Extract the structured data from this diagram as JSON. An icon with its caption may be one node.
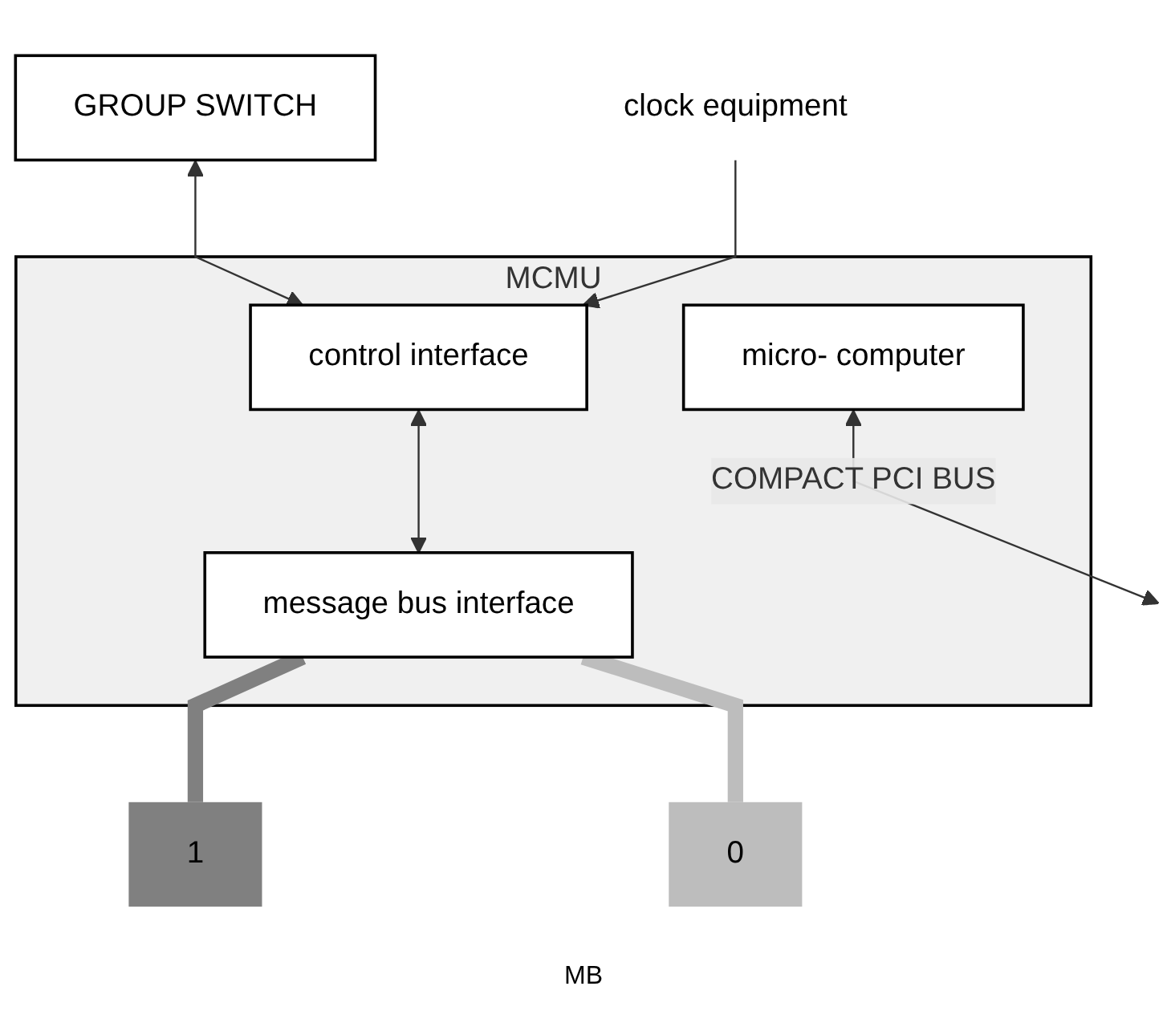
{
  "diagram": {
    "nodes": [
      {
        "text": [
          "GROUP SWITCH"
        ]
      },
      {
        "text": [
          "MCMU"
        ]
      },
      {
        "text": [
          "control interface"
        ],
        "in": 1
      },
      {
        "text": [
          "micro- computer"
        ],
        "in": 1
      },
      {
        "text": [
          "message bus interface"
        ],
        "in": 1
      },
      {
        "text": [
          "clock equipment"
        ]
      },
      {
        "text": [
          "1"
        ]
      },
      {
        "text": [
          "0"
        ]
      }
    ],
    "edges": [
      {
        "from": 0,
        "to": 2,
        "arrow": "both"
      },
      {
        "from": 5,
        "to": 2,
        "arrow": "to"
      },
      {
        "from": 2,
        "to": 4,
        "arrow": "both"
      },
      {
        "from": 3,
        "to": null,
        "arrow": "both",
        "label": "COMPACT PCI BUS"
      },
      {
        "from": 4,
        "to": 6,
        "arrow": "none",
        "style": "thick",
        "color": "#808080"
      },
      {
        "from": 4,
        "to": 7,
        "arrow": "none",
        "style": "thick",
        "color": "#bdbdbd"
      }
    ],
    "labels": [
      "MB"
    ]
  }
}
